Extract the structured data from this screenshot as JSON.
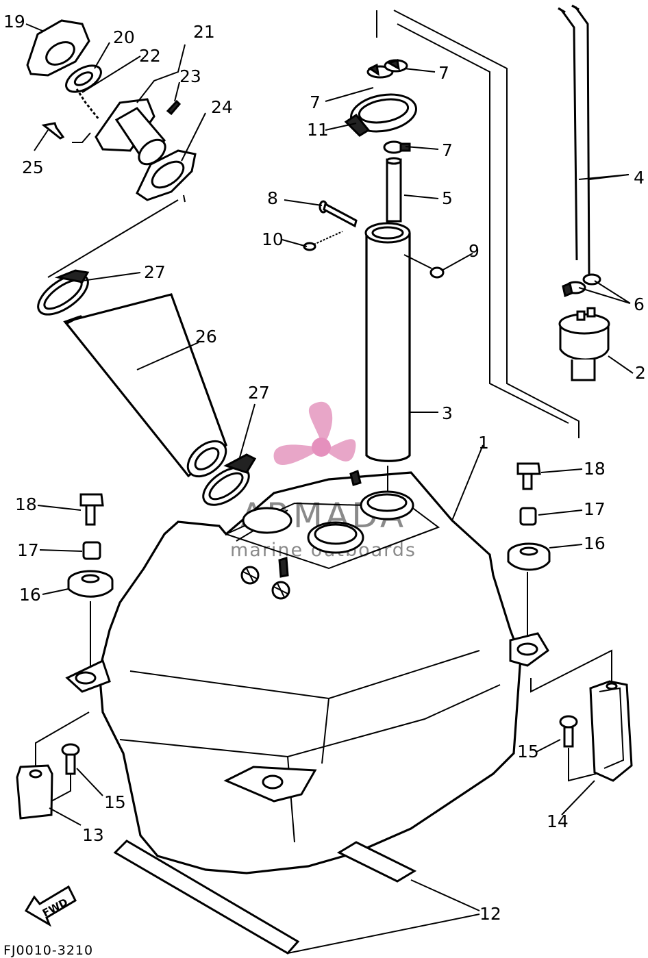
{
  "diagram": {
    "code": "FJ0010-3210",
    "fwd_label": "FWD",
    "watermark": {
      "brand": "ARMADA",
      "tagline": "marine outboards",
      "logo_color": "#e8a6c8"
    },
    "callouts": [
      {
        "id": "1",
        "text": "1"
      },
      {
        "id": "2",
        "text": "2"
      },
      {
        "id": "3",
        "text": "3"
      },
      {
        "id": "4",
        "text": "4"
      },
      {
        "id": "5",
        "text": "5"
      },
      {
        "id": "6",
        "text": "6"
      },
      {
        "id": "7a",
        "text": "7"
      },
      {
        "id": "7b",
        "text": "7"
      },
      {
        "id": "7c",
        "text": "7"
      },
      {
        "id": "8",
        "text": "8"
      },
      {
        "id": "9",
        "text": "9"
      },
      {
        "id": "10",
        "text": "10"
      },
      {
        "id": "11",
        "text": "11"
      },
      {
        "id": "12",
        "text": "12"
      },
      {
        "id": "13",
        "text": "13"
      },
      {
        "id": "14",
        "text": "14"
      },
      {
        "id": "15a",
        "text": "15"
      },
      {
        "id": "15b",
        "text": "15"
      },
      {
        "id": "16a",
        "text": "16"
      },
      {
        "id": "16b",
        "text": "16"
      },
      {
        "id": "17a",
        "text": "17"
      },
      {
        "id": "17b",
        "text": "17"
      },
      {
        "id": "18a",
        "text": "18"
      },
      {
        "id": "18b",
        "text": "18"
      },
      {
        "id": "19",
        "text": "19"
      },
      {
        "id": "20",
        "text": "20"
      },
      {
        "id": "21",
        "text": "21"
      },
      {
        "id": "22",
        "text": "22"
      },
      {
        "id": "23",
        "text": "23"
      },
      {
        "id": "24",
        "text": "24"
      },
      {
        "id": "25",
        "text": "25"
      },
      {
        "id": "26",
        "text": "26"
      },
      {
        "id": "27a",
        "text": "27"
      },
      {
        "id": "27b",
        "text": "27"
      }
    ]
  }
}
